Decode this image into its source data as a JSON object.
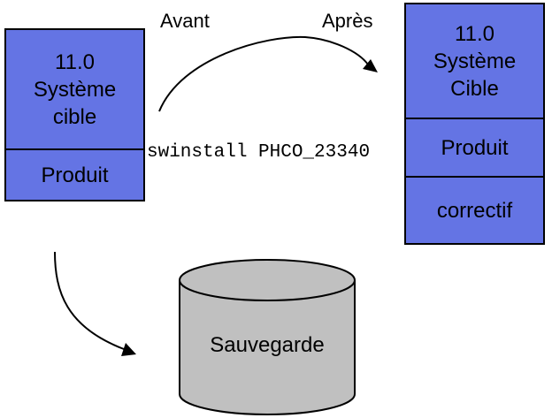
{
  "labels": {
    "before": "Avant",
    "after": "Après"
  },
  "command": "swinstall PHCO_23340",
  "before_box": {
    "header_lines": [
      "11.0",
      "Système",
      "cible"
    ],
    "section": "Produit"
  },
  "after_box": {
    "header_lines": [
      "11.0",
      "Système",
      "Cible"
    ],
    "sections": [
      "Produit",
      "correctif"
    ]
  },
  "backup": {
    "label": "Sauvegarde"
  },
  "colors": {
    "box_fill": "#6474e4",
    "cylinder_fill": "#c0c0c0",
    "outline": "#000000"
  }
}
